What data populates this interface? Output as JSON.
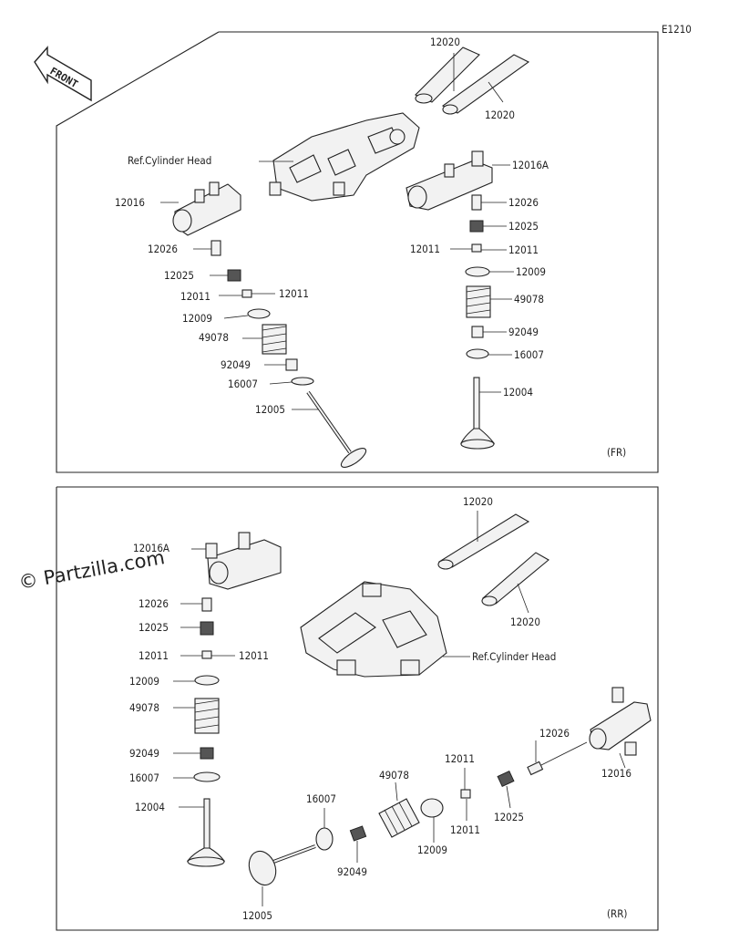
{
  "diagram_code": "E1210",
  "front_badge": "FRONT",
  "watermark": "© Partzilla.com",
  "front_section": {
    "tag": "(FR)",
    "labels": {
      "tube_a": "12020",
      "tube_b": "12020",
      "cyl_head": "Ref.Cylinder Head",
      "rocker_l": "12016",
      "rocker_r": "12016A",
      "adj_l": "12026",
      "adj_r": "12026",
      "ret_l": "12025",
      "ret_r": "12025",
      "key_l1": "12011",
      "key_l2": "12011",
      "key_r1": "12011",
      "key_r2": "12011",
      "seat_l": "12009",
      "seat_r": "12009",
      "spring_l": "49078",
      "spring_r": "49078",
      "seal_l": "92049",
      "seal_r": "92049",
      "washer_l": "16007",
      "washer_r": "16007",
      "valve_l": "12005",
      "valve_r": "12004"
    }
  },
  "rear_section": {
    "tag": "(RR)",
    "labels": {
      "tube_a": "12020",
      "tube_b": "12020",
      "cyl_head": "Ref.Cylinder Head",
      "rocker_l": "12016A",
      "adj_l": "12026",
      "ret_l": "12025",
      "key_l1": "12011",
      "key_l2": "12011",
      "seat_l": "12009",
      "spring_l": "49078",
      "seal_l": "92049",
      "washer_l": "16007",
      "valve_l": "12004",
      "rocker_r": "12016",
      "adj_r": "12026",
      "ret_r": "12025",
      "key_r1": "12011",
      "key_r2": "12011",
      "seat_r": "12009",
      "spring_r": "49078",
      "seal_r": "92049",
      "washer_r": "16007",
      "valve_r": "12005"
    }
  }
}
